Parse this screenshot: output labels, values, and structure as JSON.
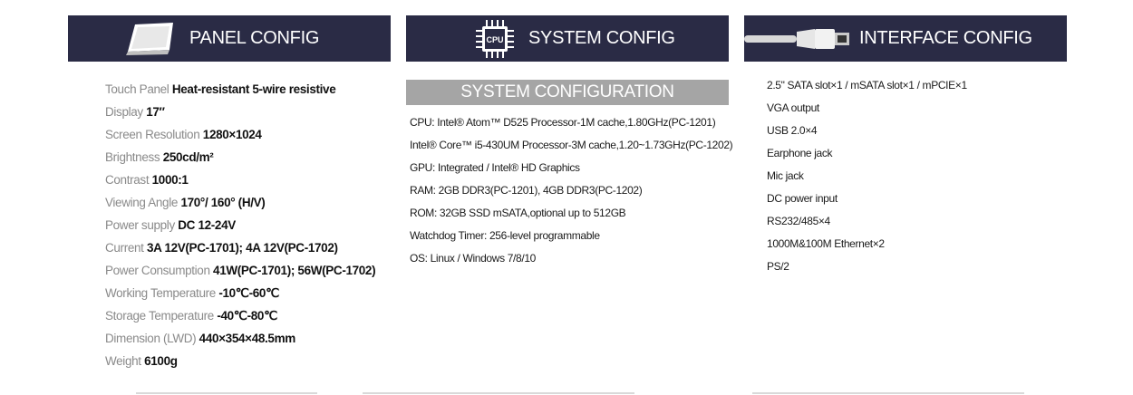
{
  "headers": {
    "panel": "PANEL CONFIG",
    "system": "SYSTEM CONFIG",
    "interface": "INTERFACE CONFIG",
    "cpu_chip_label": "CPU"
  },
  "panel_config": [
    {
      "label": "Touch Panel",
      "value": "Heat-resistant 5-wire resistive"
    },
    {
      "label": "Display",
      "value": "17″"
    },
    {
      "label": "Screen Resolution",
      "value": "1280×1024"
    },
    {
      "label": "Brightness",
      "value": "250cd/m²"
    },
    {
      "label": "Contrast",
      "value": "1000:1"
    },
    {
      "label": "Viewing Angle",
      "value": "170°/ 160° (H/V)"
    },
    {
      "label": "Power supply",
      "value": "DC 12-24V"
    },
    {
      "label": "Current",
      "value": "3A 12V(PC-1701); 4A 12V(PC-1702)"
    },
    {
      "label": "Power Consumption",
      "value": " 41W(PC-1701); 56W(PC-1702)"
    },
    {
      "label": "Working Temperature",
      "value": "-10℃-60℃"
    },
    {
      "label": "Storage Temperature",
      "value": "-40℃-80℃"
    },
    {
      "label": "Dimension (LWD)",
      "value": "440×354×48.5mm"
    },
    {
      "label": "Weight",
      "value": "6100g"
    }
  ],
  "system_config": {
    "banner": "SYSTEM CONFIGURATION",
    "items": [
      "CPU: Intel® Atom™ D525 Processor-1M cache,1.80GHz(PC-1201)",
      "Intel® Core™ i5-430UM Processor-3M cache,1.20~1.73GHz(PC-1202)",
      "GPU: Integrated / Intel® HD Graphics",
      "RAM: 2GB DDR3(PC-1201), 4GB DDR3(PC-1202)",
      "ROM: 32GB SSD mSATA,optional up to 512GB",
      "Watchdog Timer: 256-level programmable",
      "OS: Linux / Windows  7/8/10"
    ]
  },
  "interface_config": [
    "2.5\" SATA slot×1 / mSATA slot×1 / mPCIE×1",
    "VGA output",
    "USB 2.0×4",
    "Earphone jack",
    "Mic jack",
    "DC power input",
    "RS232/485×4",
    "1000M&100M Ethernet×2",
    "PS/2"
  ],
  "colors": {
    "header_bg": "#2a2b45",
    "banner_bg": "#a5a5a5",
    "label_gray": "#8a8a8a"
  }
}
